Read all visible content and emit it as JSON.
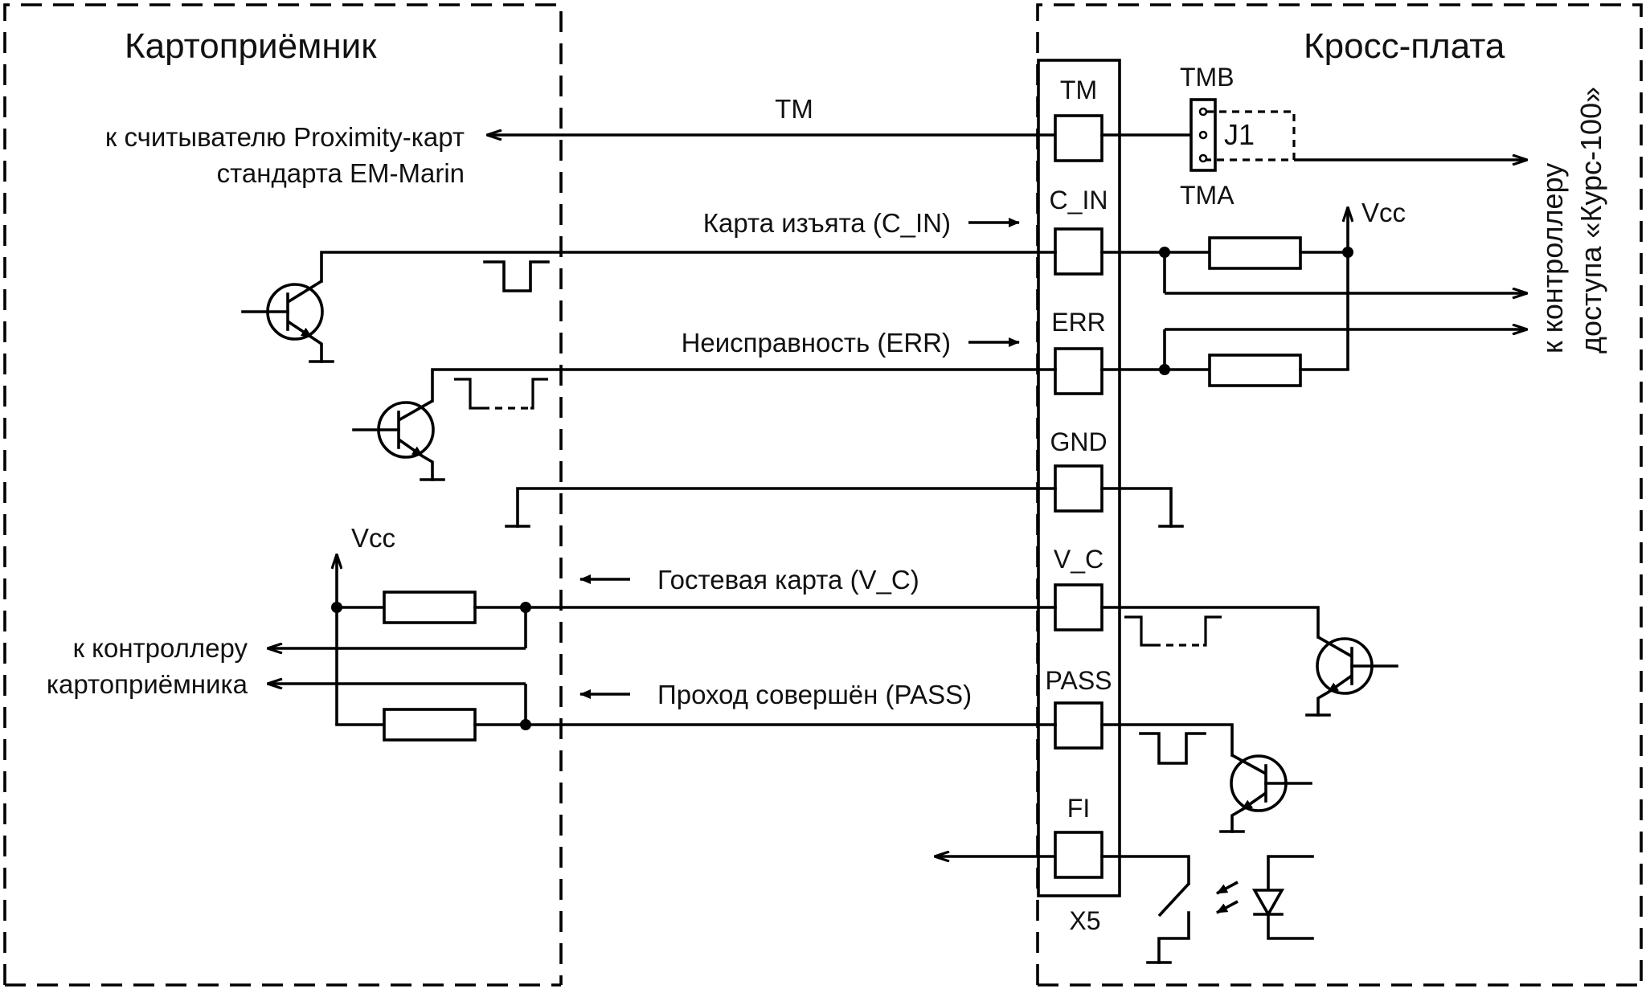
{
  "left_block": {
    "title": "Картоприёмник",
    "reader_line1": "к считывателю Proximity-карт",
    "reader_line2": "стандарта EM-Marin",
    "vcc": "Vcc",
    "controller_line1": "к контроллеру",
    "controller_line2": "картоприёмника"
  },
  "right_block": {
    "title": "Кросс-плата",
    "controller_line1": "к контроллеру",
    "controller_line2": "доступа «Курс-100»",
    "vcc": "Vcc",
    "jumper_label": "J1",
    "jumper_top": "TMB",
    "jumper_bottom": "TMA"
  },
  "connector": {
    "name": "X5",
    "pins": [
      "TM",
      "C_IN",
      "ERR",
      "GND",
      "V_C",
      "PASS",
      "FI"
    ]
  },
  "signals": {
    "tm": "TM",
    "card_taken": "Карта изъята (C_IN)",
    "fault": "Неисправность (ERR)",
    "guest_card": "Гостевая карта (V_C)",
    "passage_done": "Проход совершён (PASS)"
  }
}
